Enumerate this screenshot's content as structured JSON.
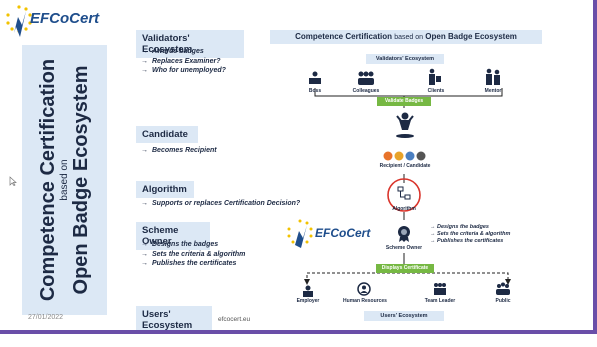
{
  "brand": {
    "logo_text": "EFCoCert"
  },
  "vertical_title": {
    "line1": "Competence Certification",
    "line2": "based on",
    "line3": "Open Badge Ecosystem"
  },
  "date": "27/01/2022",
  "website": "efcocert.eu",
  "sections": {
    "validators": {
      "title": "Validators' Ecosystem",
      "items": [
        "Awards badges",
        "Replaces Examiner?",
        "Who for unemployed?"
      ]
    },
    "candidate": {
      "title": "Candidate",
      "items": [
        "Becomes Recipient"
      ]
    },
    "algorithm": {
      "title": "Algorithm",
      "items": [
        "Supports or replaces Certification Decision?"
      ]
    },
    "scheme_owner": {
      "title": "Scheme Owner",
      "items": [
        "Designs the badges",
        "Sets the criteria & algorithm",
        "Publishes the certificates"
      ]
    },
    "users": {
      "title": "Users' Ecosystem"
    }
  },
  "diagram": {
    "title_part1": "Competence Certification",
    "title_part2": "based on",
    "title_part3": "Open Badge Ecosystem",
    "validators_pill": "Validators' Ecosystem",
    "validators": [
      "Boss",
      "Colleagues",
      "Clients",
      "Mentor"
    ],
    "validate_badges": "Validate Badges",
    "recipient_label": "Recipient / Candidate",
    "algorithm_label": "Algorithm",
    "efcocert_text": "EFCoCert",
    "scheme_owner_label": "Scheme Owner",
    "scheme_notes": [
      "Designs the badges",
      "Sets the criteria & algorithm",
      "Publishes the certificates"
    ],
    "displays_certificate": "Displays Certificate",
    "users": [
      "Employer",
      "Human Resources",
      "Team Leader",
      "Public"
    ],
    "users_pill": "Users' Ecosystem"
  },
  "colors": {
    "accent_blue": "#dce8f5",
    "green": "#76b843",
    "frame_purple": "#6a4ea8",
    "red_circle": "#d9342b"
  }
}
